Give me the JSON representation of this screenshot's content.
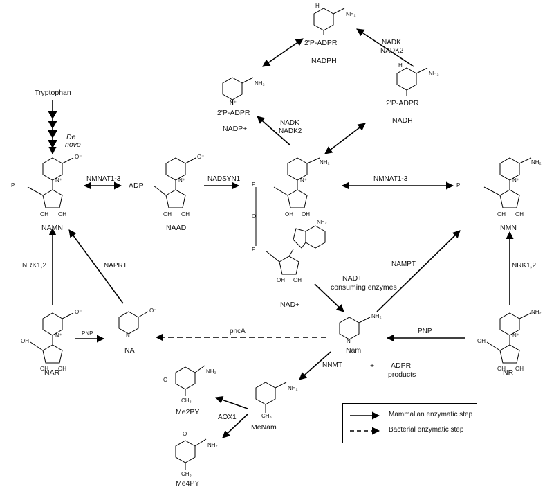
{
  "molecules": {
    "tryptophan": "Tryptophan",
    "de_novo_1": "De",
    "de_novo_2": "novo",
    "namn": "NAMN",
    "naad": "NAAD",
    "nad": "NAD+",
    "nmn": "NMN",
    "nar": "NAR",
    "na": "NA",
    "nam": "Nam",
    "nr": "NR",
    "menam": "MeNam",
    "me2py": "Me2PY",
    "me4py": "Me4PY",
    "nadp": "NADP+",
    "nadph": "NADPH",
    "nadh": "NADH",
    "adp": "ADP",
    "adpr_products_1": "ADPR",
    "adpr_products_2": "products",
    "plus": "+",
    "adpr_2p_nadp": "2'P-ADPR",
    "adpr_2p_nadph": "2'P-ADPR",
    "adpr_2p_nadh": "2'P-ADPR",
    "nad_consuming_1": "NAD+",
    "nad_consuming_2": "consuming enzymes"
  },
  "enzymes": {
    "nmnat_left": "NMNAT1-3",
    "nadsyn1": "NADSYN1",
    "nmnat_right": "NMNAT1-3",
    "nrk_left": "NRK1,2",
    "naprt": "NAPRT",
    "pnp_left": "PNP",
    "pnca": "pncA",
    "pnp_right": "PNP",
    "nampt": "NAMPT",
    "nrk_right": "NRK1,2",
    "nnmt": "NNMT",
    "aox1": "AOX1",
    "nadk_top_1": "NADK",
    "nadk_top_2": "NADK2",
    "nadk_mid_1": "NADK",
    "nadk_mid_2": "NADK2"
  },
  "atoms": {
    "o_minus": "O⁻",
    "nh2": "NH₂",
    "n_plus": "N⁺",
    "n": "N",
    "oh": "OH",
    "o": "O",
    "p": "P",
    "ch3": "CH₃",
    "h": "H"
  },
  "legend": {
    "mammalian": "Mammalian enzymatic step",
    "bacterial": "Bacterial enzymatic step"
  }
}
